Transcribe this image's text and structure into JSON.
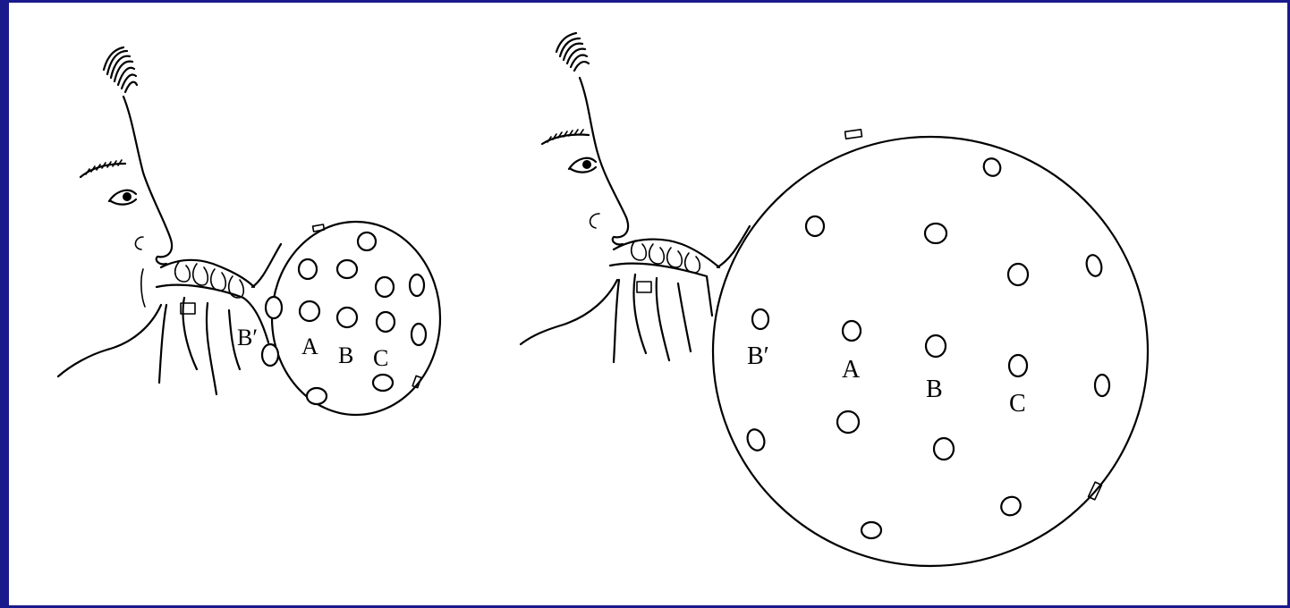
{
  "frame": {
    "border_color": "#1a1a8c",
    "background": "#ffffff"
  },
  "small_balloon": {
    "labels": {
      "b_prime": "B′",
      "a": "A",
      "b": "B",
      "c": "C"
    }
  },
  "large_balloon": {
    "labels": {
      "b_prime": "B′",
      "a": "A",
      "b": "B",
      "c": "C"
    }
  }
}
